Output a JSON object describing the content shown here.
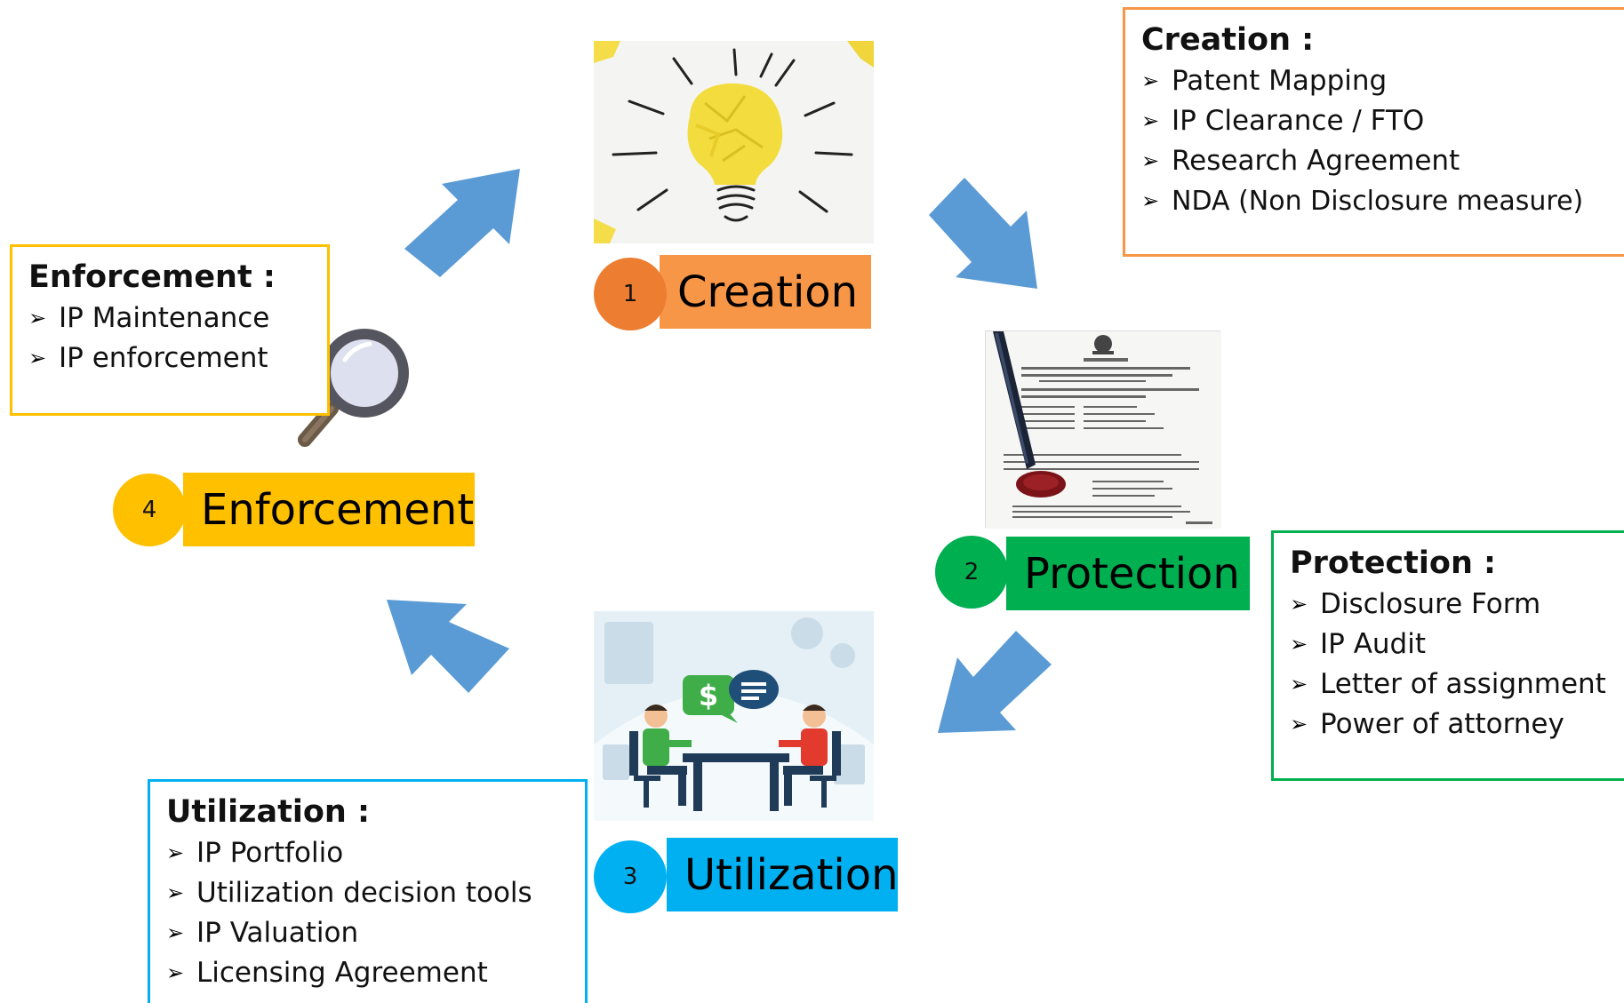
{
  "colors": {
    "arrow": "#5B9BD5",
    "creation": "#F79646",
    "creation_circle": "#ED7D31",
    "protection": "#00B050",
    "utilization": "#00B0F0",
    "enforcement": "#FFC000"
  },
  "steps": {
    "creation": {
      "number": "1",
      "label": "Creation"
    },
    "protection": {
      "number": "2",
      "label": "Protection"
    },
    "utilization": {
      "number": "3",
      "label": "Utilization"
    },
    "enforcement": {
      "number": "4",
      "label": "Enforcement"
    }
  },
  "boxes": {
    "creation": {
      "title": "Creation :",
      "items": [
        "Patent Mapping",
        "IP Clearance / FTO",
        "Research Agreement",
        "NDA (Non Disclosure measure)"
      ]
    },
    "protection": {
      "title": "Protection :",
      "items": [
        "Disclosure Form",
        "IP Audit",
        "Letter of assignment",
        "Power of attorney"
      ]
    },
    "utilization": {
      "title": "Utilization :",
      "items": [
        "IP Portfolio",
        "Utilization decision tools",
        "IP Valuation",
        "Licensing Agreement"
      ]
    },
    "enforcement": {
      "title": "Enforcement :",
      "items": [
        "IP Maintenance",
        "IP enforcement"
      ]
    }
  },
  "bullet_glyph": "➢",
  "icons": {
    "creation": "crumpled-paper-lightbulb-icon",
    "protection": "patent-certificate-icon",
    "utilization": "business-meeting-icon",
    "enforcement": "magnifying-glass-icon"
  }
}
